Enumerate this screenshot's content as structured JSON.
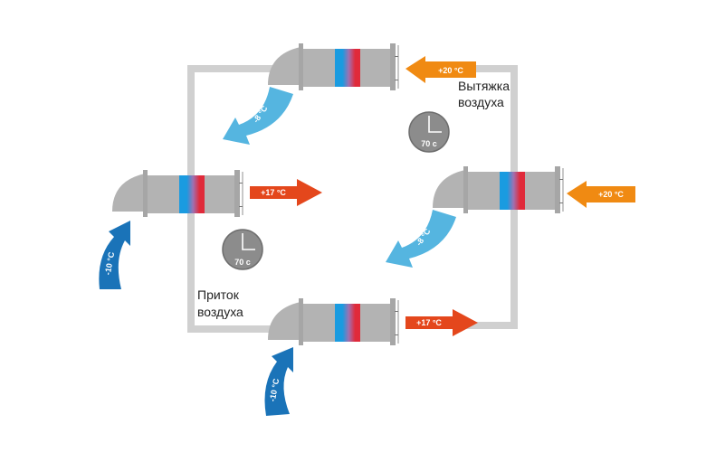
{
  "colors": {
    "pipe": "#d0d0d0",
    "unit": "#b3b3b3",
    "flange": "#a6a6a6",
    "cold_blue": "#1a73b8",
    "light_blue": "#55b5e0",
    "warm_orange": "#f08a12",
    "hot_red": "#e4471c",
    "clock": "#8c8c8c",
    "exchanger_blue": "#1a9be0",
    "exchanger_red": "#e02a3a"
  },
  "labels": {
    "exhaust": [
      "Вытяжка",
      "воздуха"
    ],
    "supply": [
      "Приток",
      "воздуха"
    ]
  },
  "units": [
    {
      "id": "top",
      "incoming_label": "+20 °C",
      "outgoing_label": "-8 °C"
    },
    {
      "id": "left",
      "incoming_label": "-10 °C",
      "outgoing_label": "+17 °C"
    },
    {
      "id": "right",
      "incoming_label": "+20 °C",
      "outgoing_label": "-8 °C"
    },
    {
      "id": "bottom",
      "incoming_label": "-10 °C",
      "outgoing_label": "+17 °C"
    }
  ],
  "timers": [
    {
      "id": "exhaust-timer",
      "label": "70 c"
    },
    {
      "id": "supply-timer",
      "label": "70 c"
    }
  ]
}
